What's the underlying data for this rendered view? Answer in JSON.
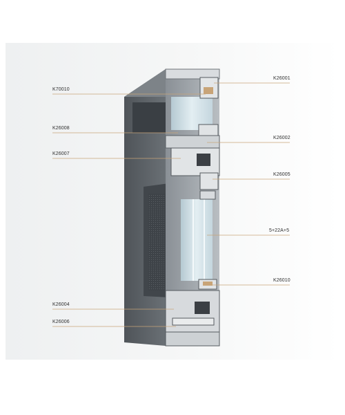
{
  "diagram": {
    "accent_color": "#c8a478",
    "frame_color": "#5f6469",
    "glass_color": "#c9dbe3",
    "left_labels": [
      {
        "id": "k70010",
        "code": "K70010"
      },
      {
        "id": "k26008",
        "code": "K26008"
      },
      {
        "id": "k26007",
        "code": "K26007"
      },
      {
        "id": "k26004",
        "code": "K26004"
      },
      {
        "id": "k26006",
        "code": "K26006"
      }
    ],
    "right_labels": [
      {
        "id": "k26001",
        "code": "K26001"
      },
      {
        "id": "k26002",
        "code": "K26002"
      },
      {
        "id": "k26005",
        "code": "K26005"
      },
      {
        "id": "glass",
        "code": "5+22A+5"
      },
      {
        "id": "k26010",
        "code": "K26010"
      }
    ]
  }
}
